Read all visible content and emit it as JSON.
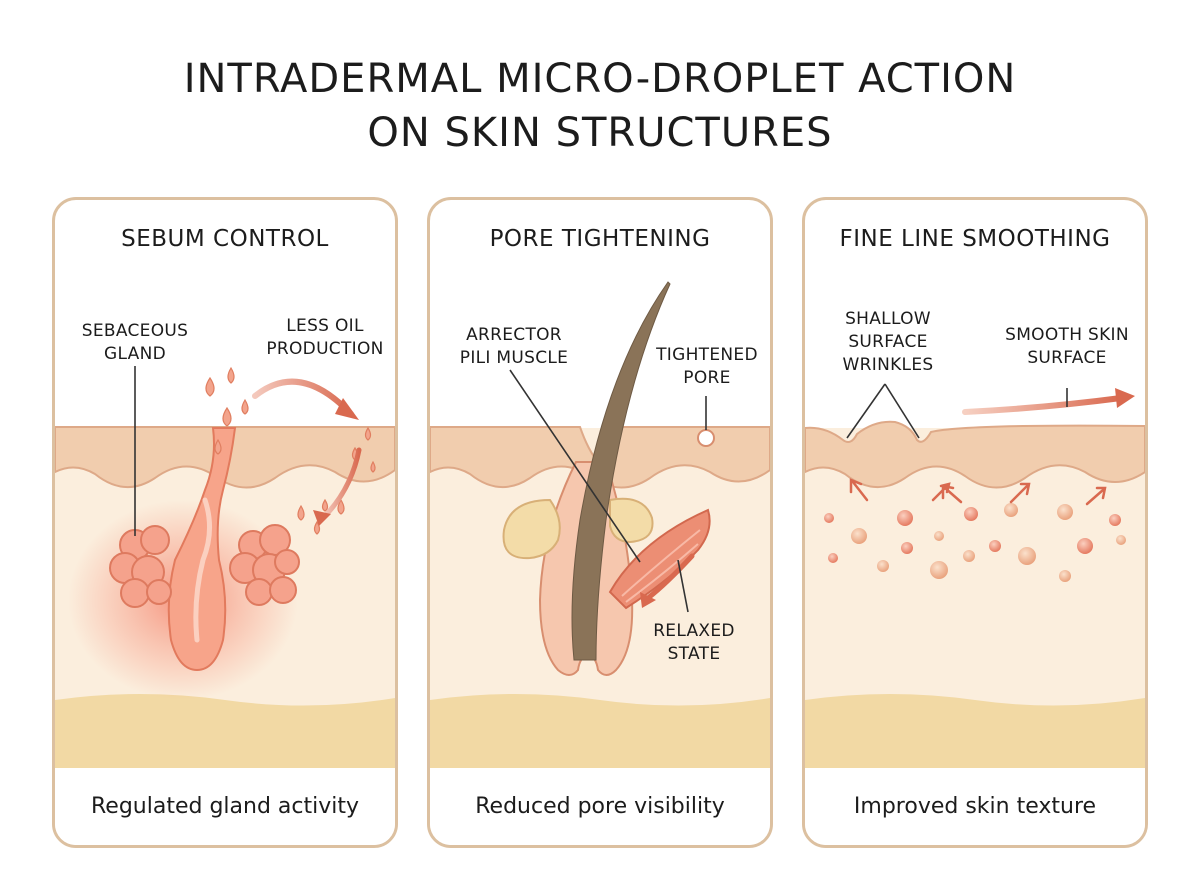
{
  "title": {
    "line1": "INTRADERMAL MICRO-DROPLET ACTION",
    "line2": "ON SKIN STRUCTURES"
  },
  "panels": [
    {
      "heading": "SEBUM CONTROL",
      "labels": {
        "gland": [
          "SEBACEOUS",
          "GLAND"
        ],
        "oil": [
          "LESS OIL",
          "PRODUCTION"
        ]
      },
      "caption": "Regulated gland activity"
    },
    {
      "heading": "PORE TIGHTENING",
      "labels": {
        "muscle": [
          "ARRECTOR",
          "PILI MUSCLE"
        ],
        "pore": [
          "TIGHTENED",
          "PORE"
        ],
        "relaxed": [
          "RELAXED",
          "STATE"
        ]
      },
      "caption": "Reduced pore visibility"
    },
    {
      "heading": "FINE LINE SMOOTHING",
      "labels": {
        "wrinkles": [
          "SHALLOW",
          "SURFACE",
          "WRINKLES"
        ],
        "smooth": [
          "SMOOTH SKIN",
          "SURFACE"
        ]
      },
      "caption": "Improved skin texture"
    }
  ],
  "colors": {
    "panel_border": "#dcc0a0",
    "epidermis": "#f1cdae",
    "dermis": "#fbeedd",
    "subcutis": "#f2d9a4",
    "accent": "#e0735a"
  }
}
